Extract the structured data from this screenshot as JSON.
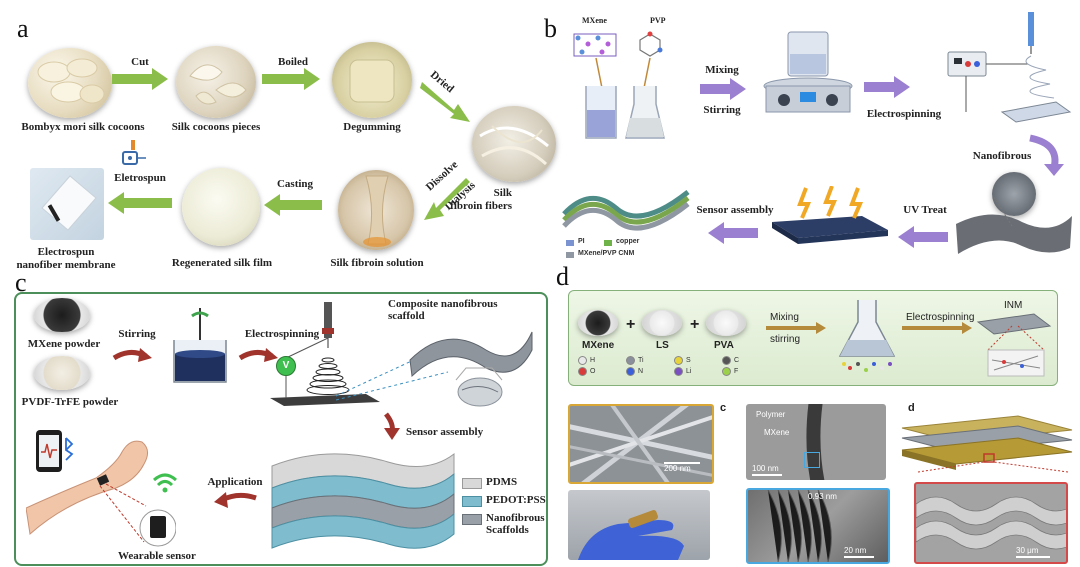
{
  "panels": {
    "a": "a",
    "b": "b",
    "c": "c",
    "d": "d"
  },
  "panel_a": {
    "cocoons": "Bombyx mori silk cocoons",
    "cut": "Cut",
    "pieces": "Silk cocoons pieces",
    "boiled": "Boiled",
    "degumming": "Degumming",
    "dried": "Dried",
    "fibers_line1": "Silk",
    "fibers_line2": "fibroin fibers",
    "dissolve": "Dissolve",
    "dialysis": "Dialysis",
    "solution": "Silk fibroin solution",
    "casting": "Casting",
    "film": "Regenerated silk film",
    "eletrospun": "Eletrospun",
    "membrane_line1": "Electrospun",
    "membrane_line2": "nanofiber membrane"
  },
  "panel_b": {
    "mxene": "MXene",
    "pvp": "PVP",
    "mixing": "Mixing",
    "stirring": "Stirring",
    "electrospinning": "Electrospinning",
    "nanofibrous": "Nanofibrous",
    "uv_treat": "UV Treat",
    "sensor_assembly": "Sensor assembly",
    "legend_pi": "PI",
    "legend_copper": "copper",
    "legend_cnm": "MXene/PVP CNM"
  },
  "panel_c": {
    "mxene_powder": "MXene powder",
    "pvdf_powder": "PVDF-TrFE powder",
    "stirring": "Stirring",
    "electrospinning": "Electrospinning",
    "voltage": "V",
    "scaffold_line1": "Composite nanofibrous",
    "scaffold_line2": "scaffold",
    "sensor_assembly": "Sensor assembly",
    "application": "Application",
    "wearable": "Wearable sensor",
    "legend_pdms": "PDMS",
    "legend_pedot": "PEDOT:PSS",
    "legend_nano_line1": "Nanofibrous",
    "legend_nano_line2": "Scaffolds"
  },
  "panel_d": {
    "mxene": "MXene",
    "plus1": "+",
    "ls": "LS",
    "plus2": "+",
    "pva": "PVA",
    "mixing": "Mixing",
    "stirring": "stirring",
    "electrospinning": "Electrospinning",
    "inm": "INM",
    "atoms": [
      {
        "sym": "H",
        "color": "#e8e8e8"
      },
      {
        "sym": "Ti",
        "color": "#8a8f9c"
      },
      {
        "sym": "S",
        "color": "#e6d23a"
      },
      {
        "sym": "C",
        "color": "#555555"
      },
      {
        "sym": "O",
        "color": "#d93a3a"
      },
      {
        "sym": "N",
        "color": "#3a5fd9"
      },
      {
        "sym": "Li",
        "color": "#7a4fc0"
      },
      {
        "sym": "F",
        "color": "#9ad04a"
      }
    ],
    "sem_scale": "200 nm",
    "sub_c": "c",
    "polymer": "Polymer",
    "mxene_tem": "MXene",
    "tem_scale": "100 nm",
    "lattice": "0.93 nm",
    "hrtem_scale": "20 nm",
    "sub_d": "d",
    "cross_scale": "30 μm"
  },
  "colors": {
    "arrow_green": "#8bbd4a",
    "arrow_purple": "#9b7fd0",
    "arrow_red": "#a0342c",
    "arrow_gold": "#b58a3a",
    "frame_green": "#4c8f5a"
  }
}
